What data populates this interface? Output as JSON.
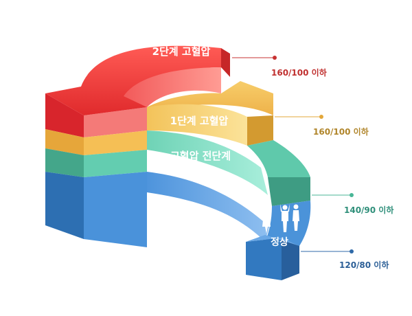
{
  "levels": [
    {
      "label": "2단계 고혈압",
      "value": "160/100 이하",
      "color": "#ee3d3d",
      "value_color": "#c0302f"
    },
    {
      "label": "1단계 고혈압",
      "value": "160/100 이하",
      "color": "#efb13f",
      "value_color": "#b0852a"
    },
    {
      "label": "고혈압 전단계",
      "value": "140/90 이하",
      "color": "#55c4a4",
      "value_color": "#2f8f7a"
    },
    {
      "label": "정상",
      "value": "120/80 이하",
      "color": "#3d88cf",
      "value_color": "#2c5f97"
    }
  ]
}
